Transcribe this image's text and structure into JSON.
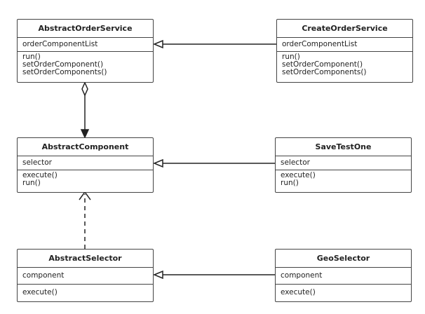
{
  "classes": [
    {
      "id": "c1",
      "name": "AbstractOrderService",
      "attributes": [
        "orderComponentList"
      ],
      "methods": [
        "run()",
        "setOrderComponent()",
        "setOrderComponents()"
      ]
    },
    {
      "id": "c2",
      "name": "CreateOrderService",
      "attributes": [
        "orderComponentList"
      ],
      "methods": [
        "run()",
        "setOrderComponent()",
        "setOrderComponents()"
      ]
    },
    {
      "id": "c3",
      "name": "AbstractComponent",
      "attributes": [
        "selector"
      ],
      "methods": [
        "execute()",
        "run()"
      ]
    },
    {
      "id": "c4",
      "name": "SaveTestOne",
      "attributes": [
        "selector"
      ],
      "methods": [
        "execute()",
        "run()"
      ]
    },
    {
      "id": "c5",
      "name": "AbstractSelector",
      "attributes": [
        "component"
      ],
      "methods": [
        "execute()"
      ]
    },
    {
      "id": "c6",
      "name": "GeoSelector",
      "attributes": [
        "component"
      ],
      "methods": [
        "execute()"
      ]
    }
  ],
  "relations": [
    {
      "from": "CreateOrderService",
      "to": "AbstractOrderService",
      "type": "generalization"
    },
    {
      "from": "SaveTestOne",
      "to": "AbstractComponent",
      "type": "generalization"
    },
    {
      "from": "GeoSelector",
      "to": "AbstractSelector",
      "type": "generalization"
    },
    {
      "from": "AbstractOrderService",
      "to": "AbstractComponent",
      "type": "aggregation"
    },
    {
      "from": "AbstractSelector",
      "to": "AbstractComponent",
      "type": "dependency"
    }
  ]
}
